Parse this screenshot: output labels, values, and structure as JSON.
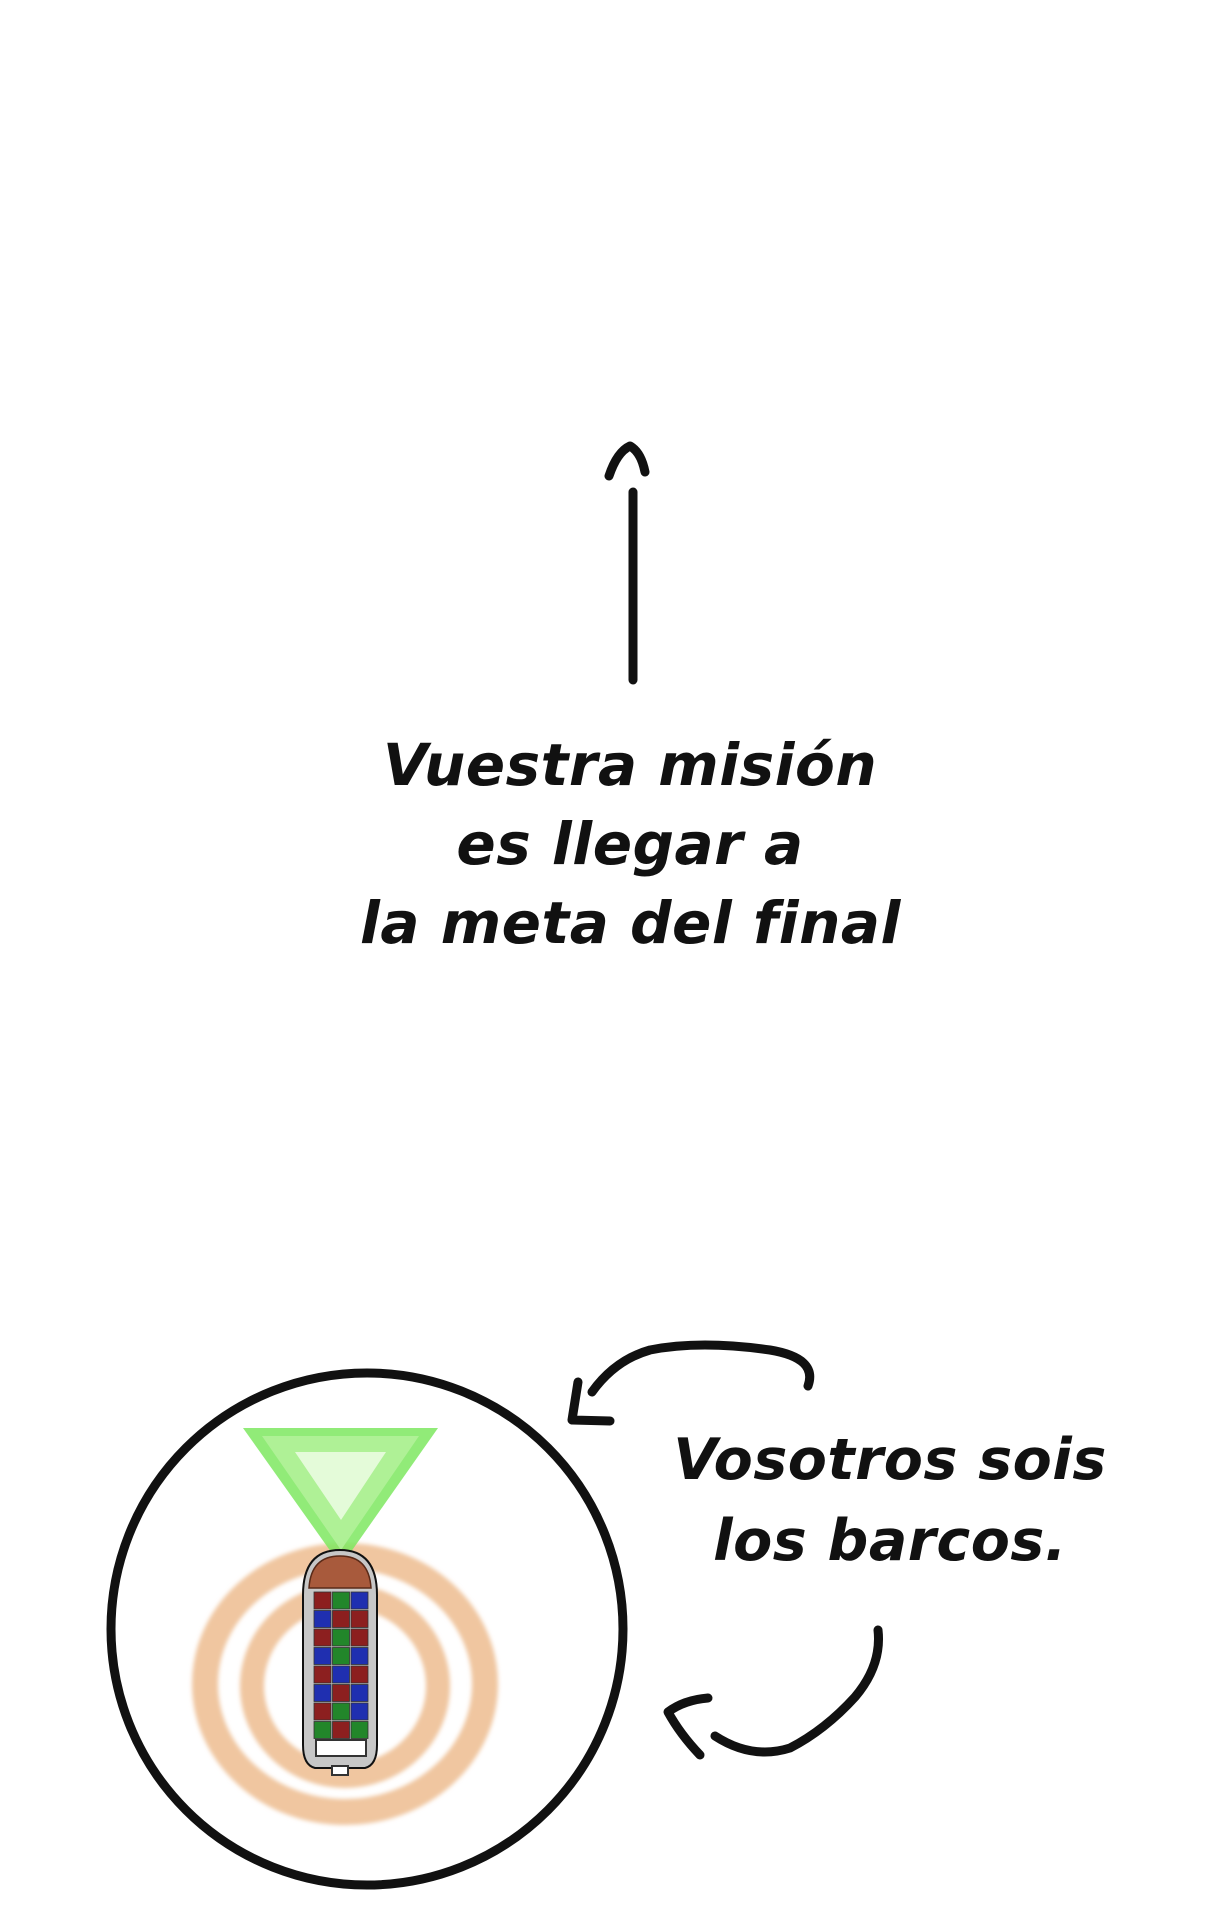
{
  "mission": {
    "lines": [
      "Vuestra misión",
      "es llegar a",
      "la meta del final"
    ]
  },
  "boats": {
    "lines": [
      "Vosotros sois",
      "los barcos."
    ]
  },
  "icons": {
    "direction": "up-arrow-icon",
    "player": "container-ship-icon",
    "vision": "vision-cone-icon",
    "wake": "wake-rings-icon"
  },
  "colors": {
    "ink": "#111111",
    "vision_cone": "#7ee860",
    "wake": "#efc39b",
    "ship_bow": "#a85a3c",
    "container_red": "#8c1f1f",
    "container_blue": "#1f2fb0",
    "container_green": "#22862a"
  }
}
